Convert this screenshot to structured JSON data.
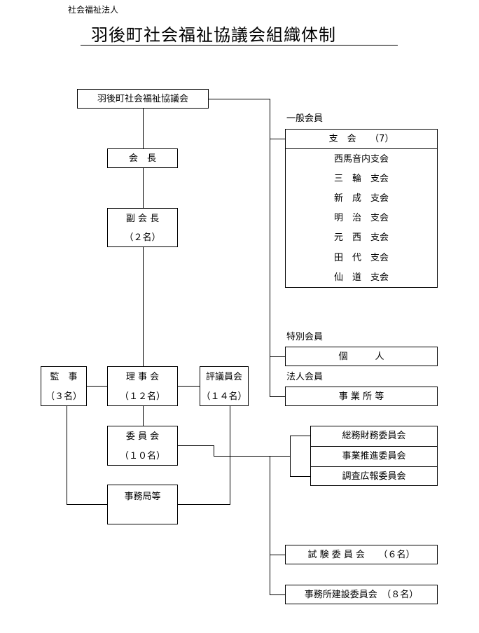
{
  "header": {
    "corp_type": "社会福祉法人",
    "title": "羽後町社会福祉協議会組織体制"
  },
  "org": {
    "council": "羽後町社会福祉協議会",
    "chairman": "会　長",
    "vice": {
      "label": "副 会 長",
      "count": "（２名）"
    },
    "auditor": {
      "label": "監　事",
      "count": "（３名）"
    },
    "directors": {
      "label": "理 事 会",
      "count": "（１２名）"
    },
    "councilors": {
      "label": "評議員会",
      "count": "（１４名）"
    },
    "committee": {
      "label": "委 員 会",
      "count": "（１０名）"
    },
    "secretariat": "事務局等"
  },
  "members": {
    "general_label": "一般会員",
    "branch_header": "支　会　　（7）",
    "branches": [
      "西馬音内支会",
      "三　輪　支会",
      "新　成　支会",
      "明　治　支会",
      "元　西　支会",
      "田　代　支会",
      "仙　道　支会"
    ],
    "special_label": "特別会員",
    "special_item": "個　　　人",
    "corporate_label": "法人会員",
    "corporate_item": "事 業 所 等"
  },
  "committees": {
    "standing": [
      "総務財務委員会",
      "事業推進委員会",
      "調査広報委員会"
    ],
    "exam": "試 験 委 員 会　　（６名）",
    "building": "事務所建設委員会　（８名）"
  }
}
